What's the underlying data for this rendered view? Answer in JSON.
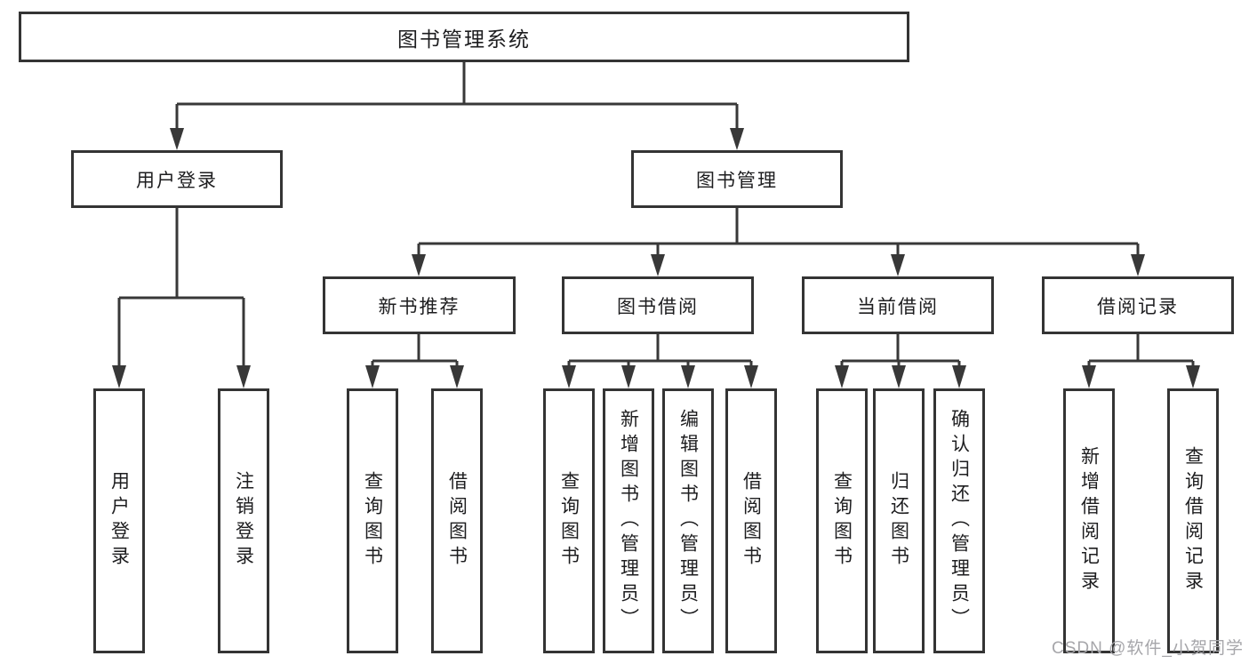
{
  "tree": {
    "root": {
      "label": "图书管理系统",
      "children": [
        {
          "label": "用户登录",
          "children": [
            {
              "label": "用户登录"
            },
            {
              "label": "注销登录"
            }
          ]
        },
        {
          "label": "图书管理",
          "children": [
            {
              "label": "新书推荐",
              "children": [
                {
                  "label": "查询图书"
                },
                {
                  "label": "借阅图书"
                }
              ]
            },
            {
              "label": "图书借阅",
              "children": [
                {
                  "label": "查询图书"
                },
                {
                  "label": "新增图书（管理员）"
                },
                {
                  "label": "编辑图书（管理员）"
                },
                {
                  "label": "借阅图书"
                }
              ]
            },
            {
              "label": "当前借阅",
              "children": [
                {
                  "label": "查询图书"
                },
                {
                  "label": "归还图书"
                },
                {
                  "label": "确认归还（管理员）"
                }
              ]
            },
            {
              "label": "借阅记录",
              "children": [
                {
                  "label": "新增借阅记录"
                },
                {
                  "label": "查询借阅记录"
                }
              ]
            }
          ]
        }
      ]
    }
  },
  "watermark": {
    "text": "CSDN @软件_小贺同学"
  },
  "colors": {
    "line": "#383838",
    "border": "#343434",
    "text": "#1d1d1f",
    "watermark": "#a6a6aa",
    "background": "#ffffff"
  }
}
